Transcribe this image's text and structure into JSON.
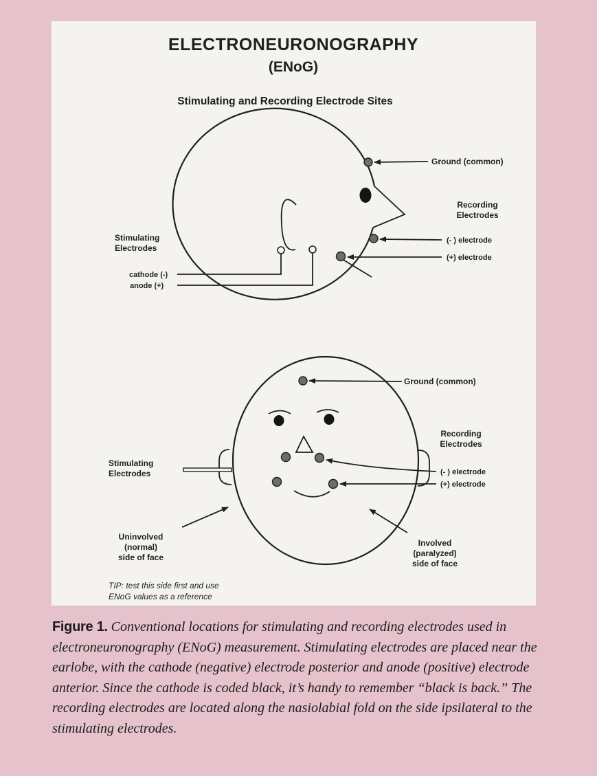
{
  "figure": {
    "title": "ELECTRONEURONOGRAPHY",
    "title_abbr": "(ENoG)",
    "subtitle": "Stimulating and Recording Electrode Sites",
    "side_view": {
      "ground": "Ground (common)",
      "recording_line1": "Recording",
      "recording_line2": "Electrodes",
      "neg_electrode": "(- ) electrode",
      "pos_electrode": "(+) electrode",
      "stim_line1": "Stimulating",
      "stim_line2": "Electrodes",
      "cathode": "cathode (-)",
      "anode": "anode (+)"
    },
    "front_view": {
      "ground": "Ground (common)",
      "recording_line1": "Recording",
      "recording_line2": "Electrodes",
      "neg_electrode": "(- ) electrode",
      "pos_electrode": "(+) electrode",
      "stim_line1": "Stimulating",
      "stim_line2": "Electrodes",
      "uninvolved_line1": "Uninvolved",
      "uninvolved_line2": "(normal)",
      "uninvolved_line3": "side of face",
      "involved_line1": "Involved",
      "involved_line2": "(paralyzed)",
      "involved_line3": "side of face",
      "tip_line1": "TIP: test this side first and use",
      "tip_line2": "ENoG values as a reference"
    }
  },
  "caption": {
    "label": "Figure 1.",
    "text": "Conventional locations for stimulating and recording electrodes used in electroneuronography (ENoG) measurement. Stimulating electrodes are placed near the earlobe, with the cathode (negative) electrode posterior and anode (positive) electrode anterior. Since the cathode is coded black, it’s handy to remember “black is back.” The recording electrodes are located along the nasiolabial fold on the side ipsilateral to the stimulating electrodes."
  }
}
